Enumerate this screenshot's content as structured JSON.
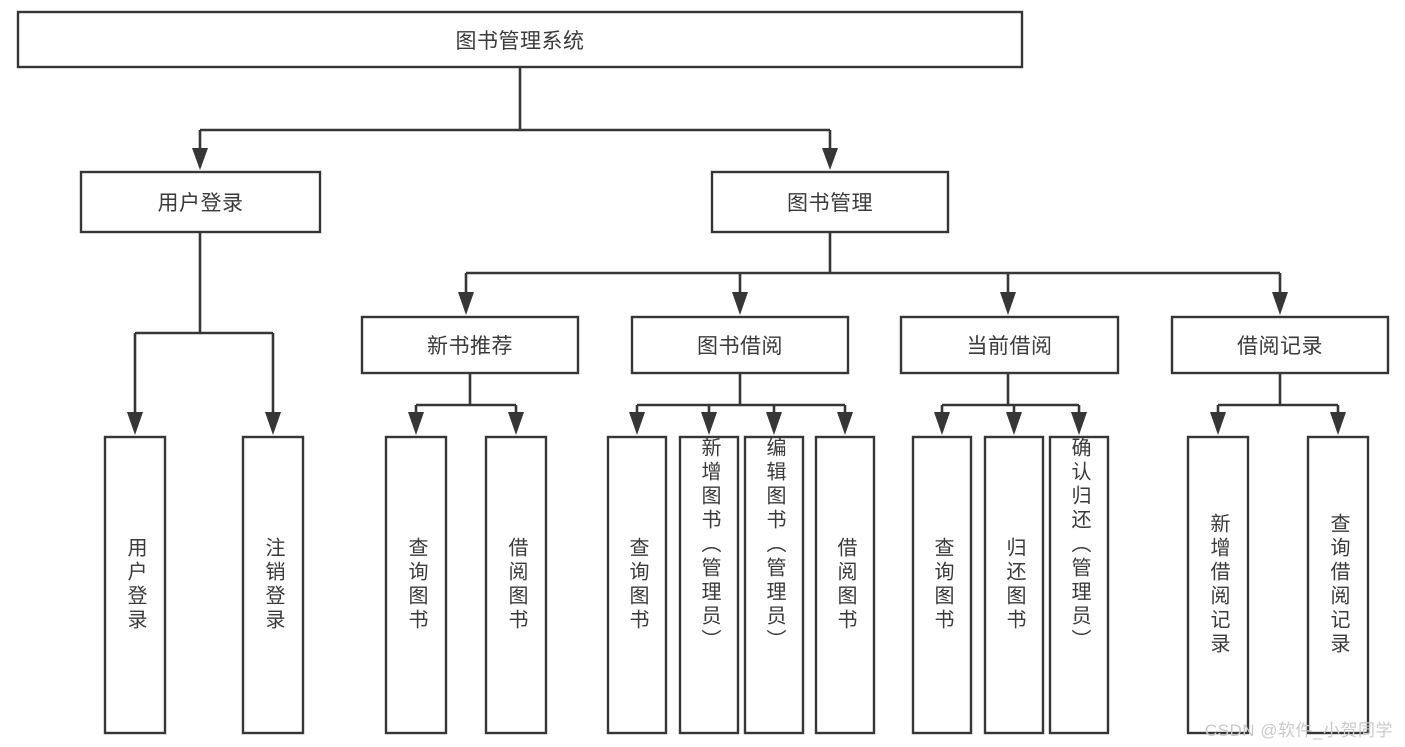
{
  "diagram": {
    "type": "hierarchy-tree",
    "title": "图书管理系统",
    "root": {
      "id": "root",
      "label": "图书管理系统"
    },
    "level1": [
      {
        "id": "user-login",
        "label": "用户登录"
      },
      {
        "id": "book-manage",
        "label": "图书管理"
      }
    ],
    "level2": [
      {
        "id": "new-book-rec",
        "label": "新书推荐",
        "parent": "book-manage"
      },
      {
        "id": "book-borrow",
        "label": "图书借阅",
        "parent": "book-manage"
      },
      {
        "id": "current-borrow",
        "label": "当前借阅",
        "parent": "book-manage"
      },
      {
        "id": "borrow-record",
        "label": "借阅记录",
        "parent": "book-manage"
      }
    ],
    "leaves": [
      {
        "id": "leaf-user-login",
        "label": "用户登录",
        "parent": "user-login"
      },
      {
        "id": "leaf-logout",
        "label": "注销登录",
        "parent": "user-login"
      },
      {
        "id": "leaf-query-book-1",
        "label": "查询图书",
        "parent": "new-book-rec"
      },
      {
        "id": "leaf-borrow-book-1",
        "label": "借阅图书",
        "parent": "new-book-rec"
      },
      {
        "id": "leaf-query-book-2",
        "label": "查询图书",
        "parent": "book-borrow"
      },
      {
        "id": "leaf-add-book",
        "label": "新增图书（管理员）",
        "parent": "book-borrow"
      },
      {
        "id": "leaf-edit-book",
        "label": "编辑图书（管理员）",
        "parent": "book-borrow"
      },
      {
        "id": "leaf-borrow-book-2",
        "label": "借阅图书",
        "parent": "book-borrow"
      },
      {
        "id": "leaf-query-book-3",
        "label": "查询图书",
        "parent": "current-borrow"
      },
      {
        "id": "leaf-return-book",
        "label": "归还图书",
        "parent": "current-borrow"
      },
      {
        "id": "leaf-confirm-return",
        "label": "确认归还（管理员）",
        "parent": "current-borrow"
      },
      {
        "id": "leaf-add-record",
        "label": "新增借阅记录",
        "parent": "borrow-record"
      },
      {
        "id": "leaf-query-record",
        "label": "查询借阅记录",
        "parent": "borrow-record"
      }
    ],
    "colors": {
      "stroke": "#363636",
      "fill": "#ffffff",
      "text": "#3a3a3a",
      "watermark": "#c9c9c9",
      "background": "#ffffff"
    }
  },
  "watermark": {
    "text": "CSDN @软件_小贺同学"
  }
}
